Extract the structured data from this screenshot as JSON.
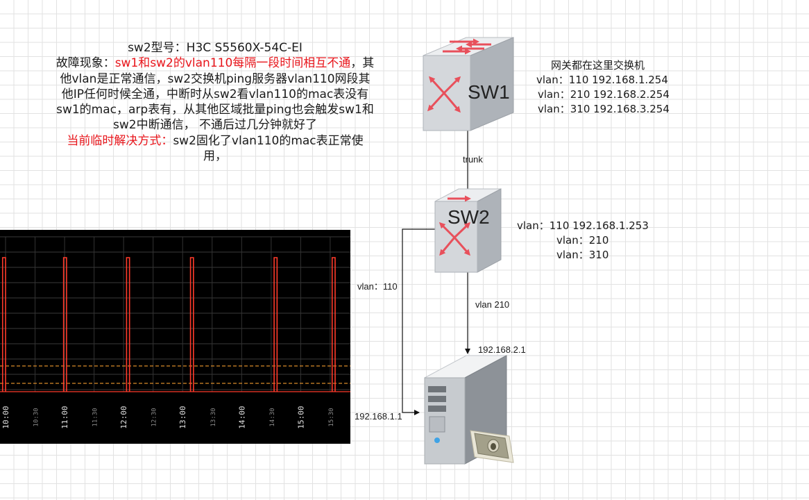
{
  "note": {
    "line1": "sw2型号：H3C S5560X-54C-EI",
    "fault_label": "故障现象：",
    "fault_red": "sw1和sw2的vlan110每隔一段时间相互不通",
    "fault_rest": "，其他vlan是正常通信，sw2交换机ping服务器vlan110网段其他IP任何时候全通，中断时从sw2看vlan110的mac表没有sw1的mac，arp表有，从其他区域批量ping也会触发sw1和sw2中断通信， 不通后过几分钟就好了",
    "solution_label": "当前临时解决方式：",
    "solution_text": "sw2固化了vlan110的mac表正常使用，"
  },
  "sw1": {
    "name": "SW1",
    "info": [
      "网关都在这里交换机",
      "vlan：110 192.168.1.254",
      "vlan：210 192.168.2.254",
      "vlan：310 192.168.3.254"
    ]
  },
  "sw2": {
    "name": "SW2",
    "info": [
      "vlan：110  192.168.1.253",
      "vlan：210",
      "vlan：310"
    ]
  },
  "links": {
    "trunk": "trunk",
    "vlan110": "vlan：110",
    "vlan210": "vlan 210",
    "ip_server_210": "192.168.2.1",
    "ip_server_110": "192.168.1.1"
  },
  "colors": {
    "signal": "#ff3b2b",
    "threshold": "#d98b2a",
    "switch_body": "#c9cdd2",
    "arrow": "#e8505b"
  },
  "chart_data": {
    "type": "line",
    "x_ticks": [
      "10:00",
      "10:30",
      "11:00",
      "11:30",
      "12:00",
      "12:30",
      "13:00",
      "13:30",
      "14:00",
      "14:30",
      "15:00",
      "15:30"
    ],
    "x_range": [
      "10:00",
      "15:35"
    ],
    "grid": true,
    "outage_spikes": [
      {
        "start": "09:57",
        "end": "10:00"
      },
      {
        "start": "10:59",
        "end": "11:02"
      },
      {
        "start": "12:03",
        "end": "12:06"
      },
      {
        "start": "13:08",
        "end": "13:11"
      },
      {
        "start": "14:33",
        "end": "14:36"
      },
      {
        "start": "15:32",
        "end": "15:35"
      }
    ],
    "threshold_lines": 2
  }
}
